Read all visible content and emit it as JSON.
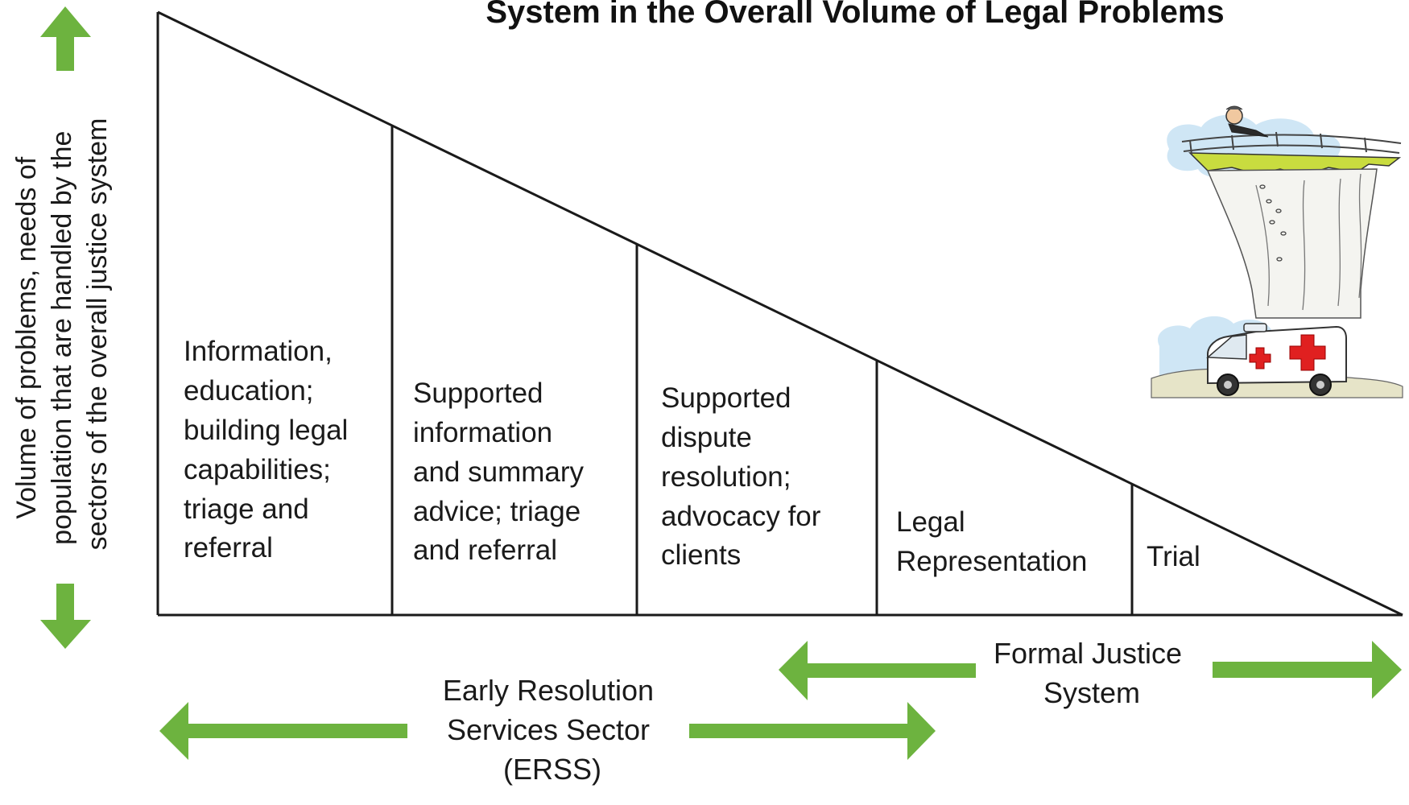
{
  "title": "System in the Overall Volume of Legal Problems",
  "y_axis_label": [
    "Volume of problems, needs of",
    "population that are handled by the",
    "sectors of the overall justice system"
  ],
  "sectors": [
    {
      "lines": [
        "Information,",
        "education;",
        "building legal",
        "capabilities;",
        "triage and",
        "referral"
      ]
    },
    {
      "lines": [
        "Supported",
        "information",
        "and summary",
        "advice; triage",
        "and referral"
      ]
    },
    {
      "lines": [
        "Supported",
        "dispute",
        "resolution;",
        "advocacy for",
        "clients"
      ]
    },
    {
      "lines": [
        "Legal",
        "Representation"
      ]
    },
    {
      "lines": [
        "Trial"
      ]
    }
  ],
  "bottom_labels": {
    "erss": [
      "Early Resolution",
      "Services Sector",
      "(ERSS)"
    ],
    "formal": [
      "Formal Justice",
      "System"
    ]
  },
  "illustration": "cliff-ambulance-cartoon",
  "colors": {
    "arrow": "#6db33f",
    "line": "#1a1a1a",
    "text": "#1a1a1a"
  }
}
